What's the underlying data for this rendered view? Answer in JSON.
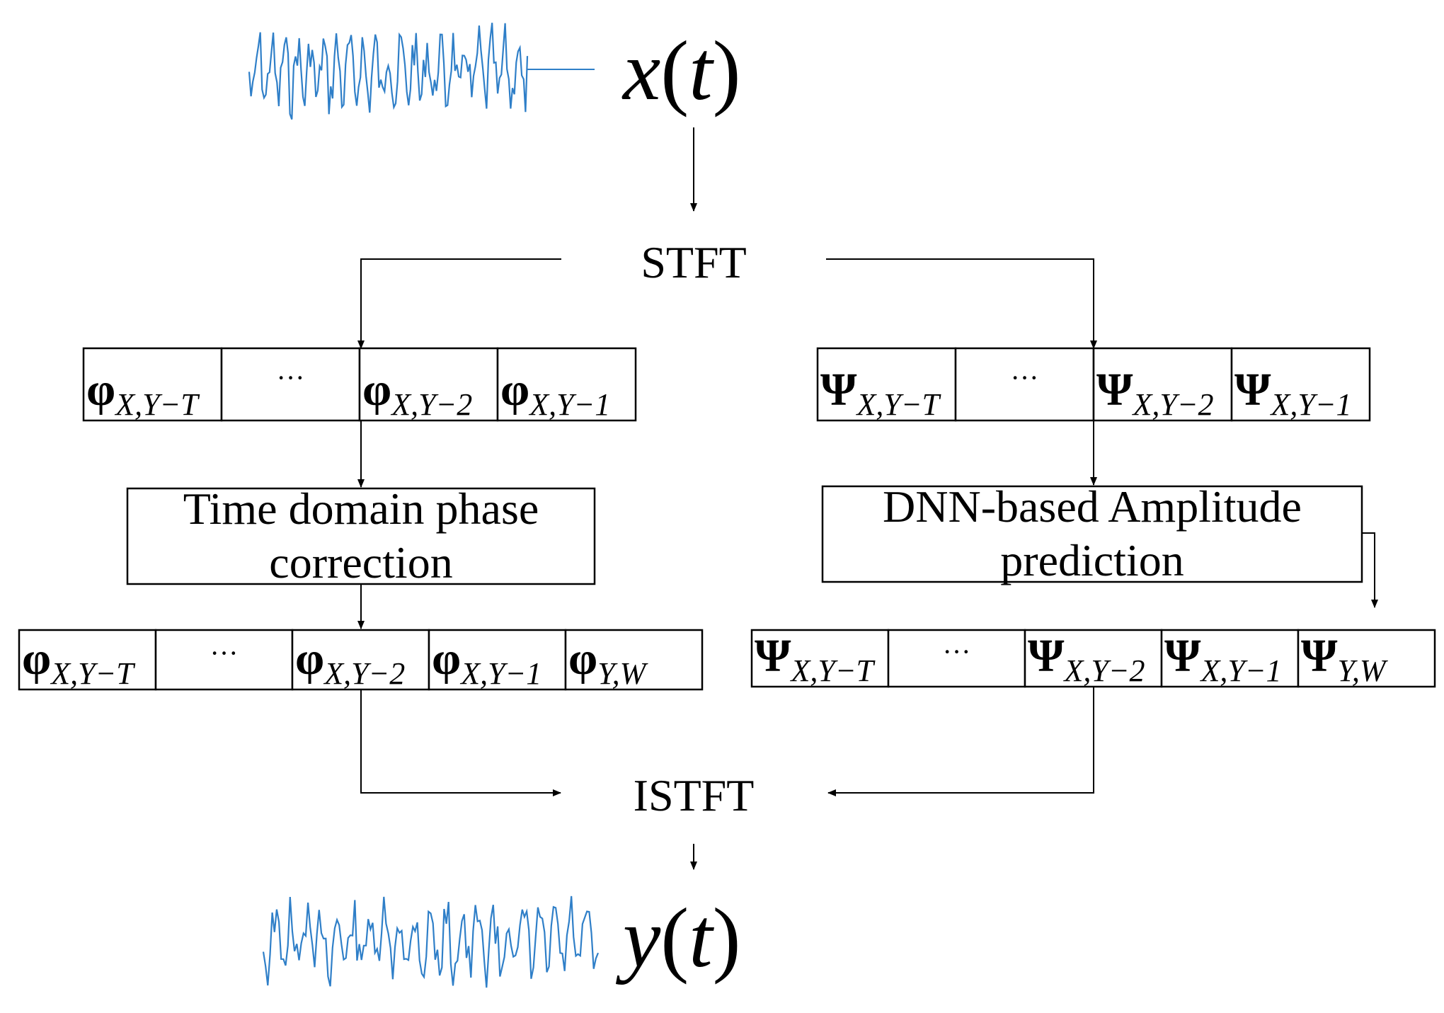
{
  "input_signal": {
    "fn": "x",
    "arg": "t"
  },
  "output_signal": {
    "fn": "y",
    "arg": "t"
  },
  "stft_label": "STFT",
  "istft_label": "ISTFT",
  "phase_box": {
    "line1": "Time domain phase",
    "line2": "correction"
  },
  "amplitude_box": {
    "line1": "DNN-based Amplitude",
    "line2": "prediction"
  },
  "ellipsis": "···",
  "phase_input_row": [
    {
      "sym": "φ",
      "sub": "X,Y−T"
    },
    {
      "ellipsis": true
    },
    {
      "sym": "φ",
      "sub": "X,Y−2"
    },
    {
      "sym": "φ",
      "sub": "X,Y−1"
    }
  ],
  "amp_input_row": [
    {
      "sym": "Ψ",
      "sub": "X,Y−T"
    },
    {
      "ellipsis": true
    },
    {
      "sym": "Ψ",
      "sub": "X,Y−2"
    },
    {
      "sym": "Ψ",
      "sub": "X,Y−1"
    }
  ],
  "phase_output_row": [
    {
      "sym": "φ",
      "sub": "X,Y−T"
    },
    {
      "ellipsis": true
    },
    {
      "sym": "φ",
      "sub": "X,Y−2"
    },
    {
      "sym": "φ",
      "sub": "X,Y−1"
    },
    {
      "sym": "φ",
      "sub": "Y,W"
    }
  ],
  "amp_output_row": [
    {
      "sym": "Ψ",
      "sub": "X,Y−T"
    },
    {
      "ellipsis": true
    },
    {
      "sym": "Ψ",
      "sub": "X,Y−2"
    },
    {
      "sym": "Ψ",
      "sub": "X,Y−1"
    },
    {
      "sym": "Ψ",
      "sub": "Y,W"
    }
  ]
}
